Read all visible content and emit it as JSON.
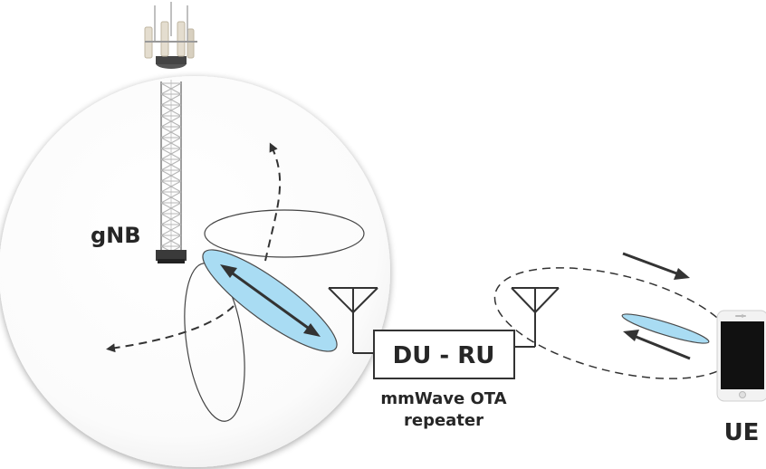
{
  "labels": {
    "gnb": "gNB",
    "du_ru": "DU - RU",
    "repeater_line1": "mmWave OTA",
    "repeater_line2": "repeater",
    "ue": "UE"
  },
  "colors": {
    "beam_fill": "#a9dcf3",
    "beam_stroke": "#4a4a4a",
    "coverage_fill": "#ffffff",
    "line": "#333333",
    "tower": "#bdbdbd",
    "phone_screen": "#111111",
    "phone_body": "#f2f2f2"
  },
  "icons": {
    "tower": "cell-tower-icon",
    "phone": "smartphone-icon",
    "antenna": "antenna-icon"
  }
}
